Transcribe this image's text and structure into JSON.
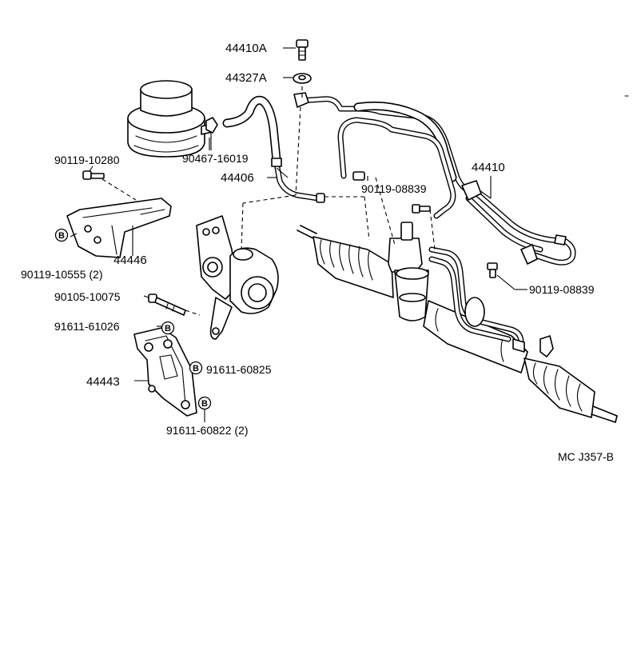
{
  "labels": {
    "p44410A": "44410A",
    "p44327A": "44327A",
    "p90119_10280": "90119-10280",
    "p90467_16019": "90467-16019",
    "p44406": "44406",
    "p44410": "44410",
    "p90119_08839_a": "90119-08839",
    "p90119_08839_b": "90119-08839",
    "p44446": "44446",
    "p90119_10555": "90119-10555 (2)",
    "p90105_10075": "90105-10075",
    "p91611_61026": "91611-61026",
    "p91611_60825": "91611-60825",
    "p44443": "44443",
    "p91611_60822": "91611-60822 (2)",
    "diagram_code": "MC J357-B"
  },
  "badge_letter": "B"
}
